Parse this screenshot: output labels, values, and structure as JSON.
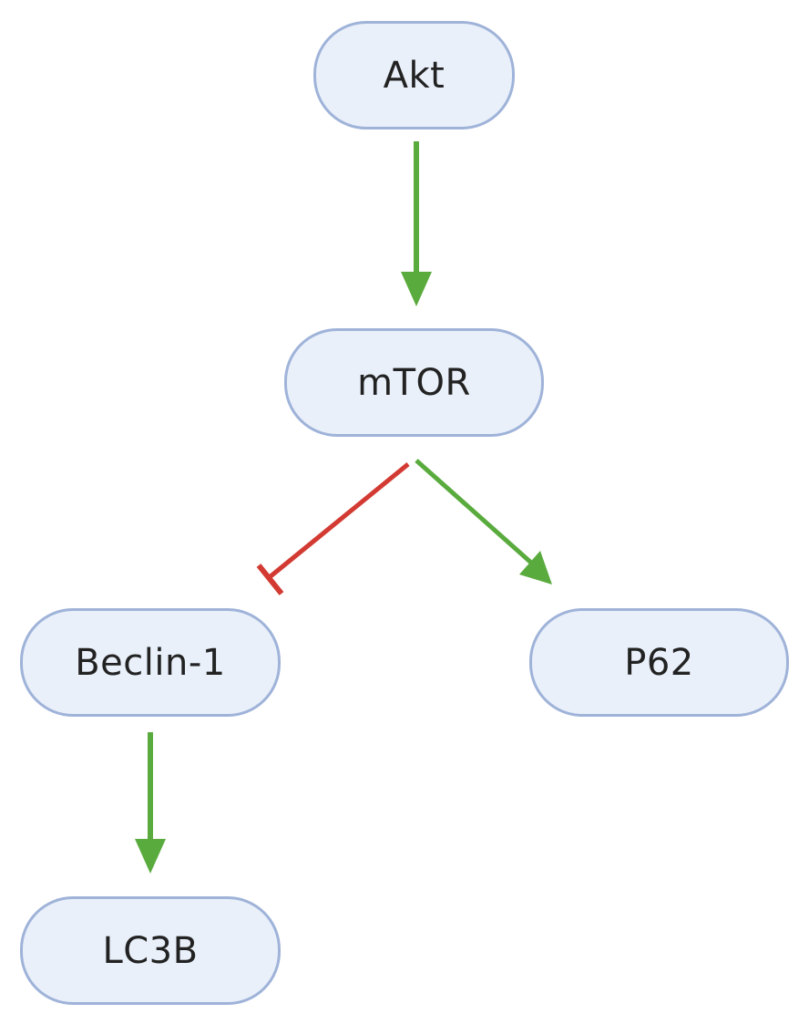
{
  "nodes": {
    "akt": "Akt",
    "mtor": "mTOR",
    "beclin": "Beclin-1",
    "p62": "P62",
    "lc3b": "LC3B"
  },
  "edges": [
    {
      "from": "Akt",
      "to": "mTOR",
      "type": "activation"
    },
    {
      "from": "mTOR",
      "to": "Beclin-1",
      "type": "inhibition"
    },
    {
      "from": "mTOR",
      "to": "P62",
      "type": "activation"
    },
    {
      "from": "Beclin-1",
      "to": "LC3B",
      "type": "activation"
    }
  ],
  "colors": {
    "activation": "#5aab3e",
    "inhibition": "#d23a32",
    "node_fill": "#e9f0fa",
    "node_border": "#9fb3d9"
  }
}
